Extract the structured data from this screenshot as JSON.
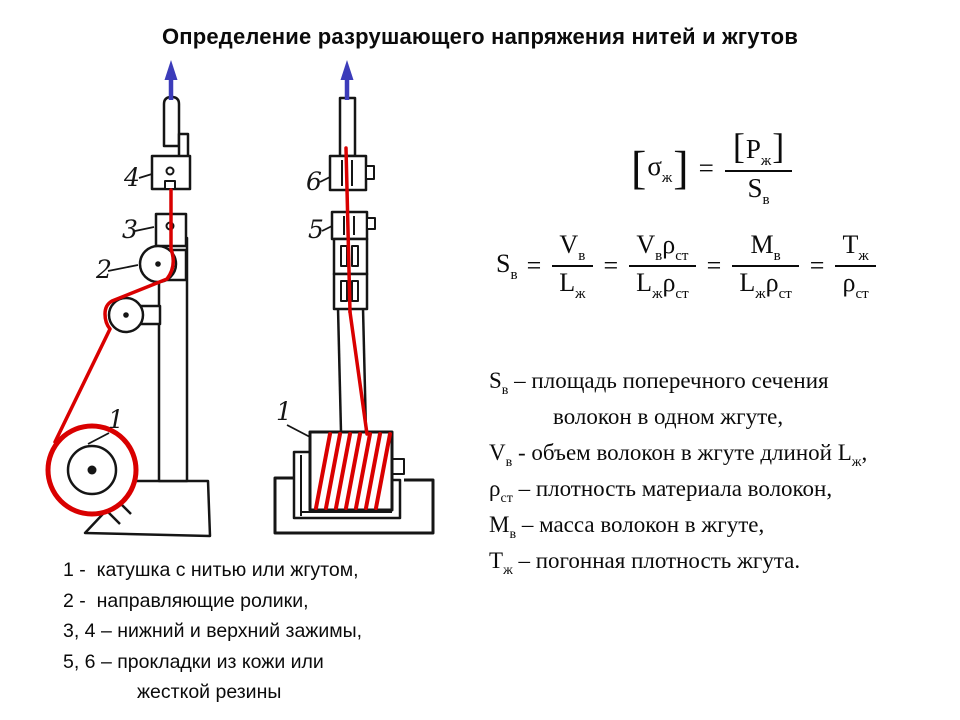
{
  "page": {
    "title": "Определение разрушающего напряжения нитей и жгутов"
  },
  "colors": {
    "ink": "#151515",
    "thread_red": "#d90000",
    "arrow_blue": "#3c3cba"
  },
  "callouts": {
    "upper_clamp": "4",
    "lower_clamp": "3",
    "guide_rollers": "2",
    "spool_left": "1",
    "pad_upper": "6",
    "pad_lower": "5",
    "spool_right": "1"
  },
  "formula1": {
    "lbracket": "[",
    "sigma": "σ",
    "sigma_sub": "ж",
    "rbracket": "]",
    "equals": "=",
    "num_lbracket": "[",
    "num_sym": "P",
    "num_sub": "ж",
    "num_rbracket": "]",
    "den_sym": "S",
    "den_sub": "в"
  },
  "formula2": {
    "lhs_sym": "S",
    "lhs_sub": "в",
    "eq1": "=",
    "eq2": "=",
    "eq3": "=",
    "eq4": "=",
    "f1": {
      "num": [
        {
          "sym": "V",
          "sub": "в"
        }
      ],
      "den": [
        {
          "sym": "L",
          "sub": "ж"
        }
      ]
    },
    "f2": {
      "num": [
        {
          "sym": "V",
          "sub": "в"
        },
        {
          "sym": "ρ",
          "sub": "ст"
        }
      ],
      "den": [
        {
          "sym": "L",
          "sub": "ж"
        },
        {
          "sym": "ρ",
          "sub": "ст"
        }
      ]
    },
    "f3": {
      "num": [
        {
          "sym": "M",
          "sub": "в"
        }
      ],
      "den": [
        {
          "sym": "L",
          "sub": "ж"
        },
        {
          "sym": "ρ",
          "sub": "ст"
        }
      ]
    },
    "f4": {
      "num": [
        {
          "sym": "T",
          "sub": "ж"
        }
      ],
      "den": [
        {
          "sym": "ρ",
          "sub": "ст"
        }
      ]
    }
  },
  "definitions": {
    "line1": {
      "sym": "S",
      "sub": "в",
      "sep": " – ",
      "text": "площадь поперечного сечения"
    },
    "line2": {
      "text": "волокон в одном жгуте,"
    },
    "line3": {
      "sym": "V",
      "sub": "в",
      "sep": " - ",
      "text": "объем волокон в жгуте длиной ",
      "tail_sym": "L",
      "tail_sub": "ж",
      "tail": ","
    },
    "line4": {
      "sym": "ρ",
      "sub": "ст",
      "sep": " – ",
      "text": "плотность материала волокон,"
    },
    "line5": {
      "sym": "M",
      "sub": "в",
      "sep": " – ",
      "text": "масса волокон в жгуте,"
    },
    "line6": {
      "sym": "T",
      "sub": "ж",
      "sep": " – ",
      "text": "погонная плотность жгута."
    }
  },
  "legend": {
    "line1": "1 -  катушка с нитью или жгутом,",
    "line2": "2 -  направляющие ролики,",
    "line3": "3, 4 – нижний и верхний зажимы,",
    "line4": "5, 6 – прокладки из кожи или",
    "line5": "жесткой резины"
  }
}
